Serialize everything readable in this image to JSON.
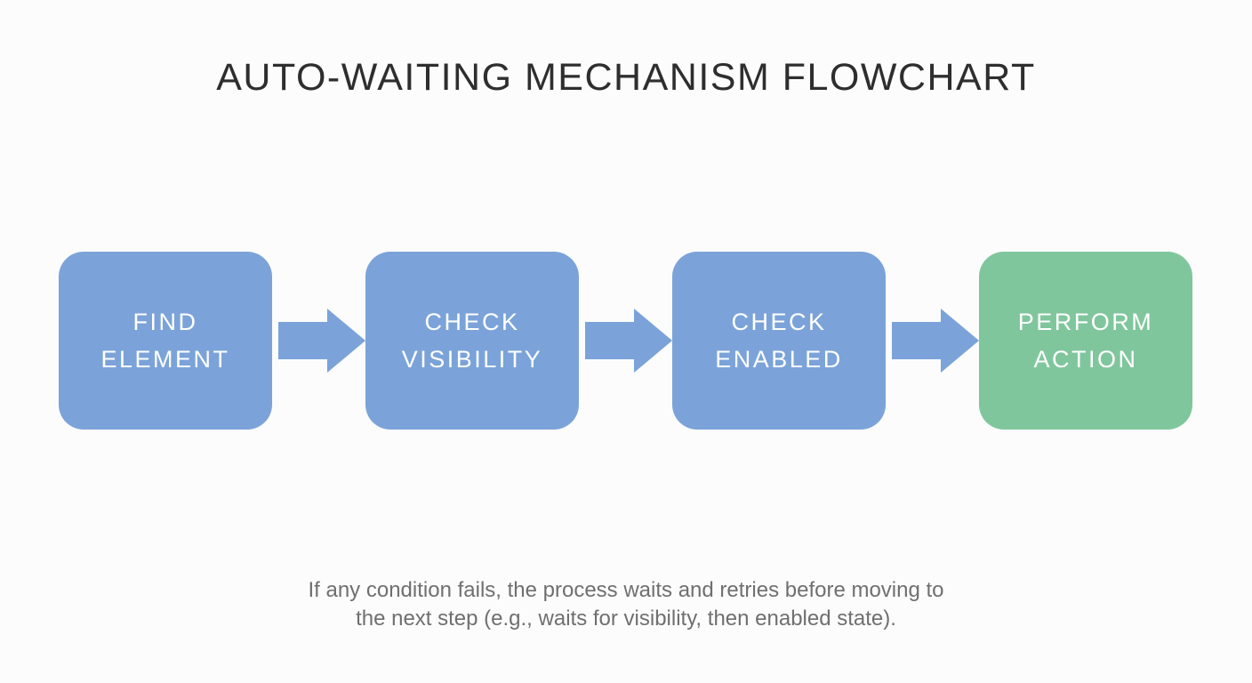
{
  "title": "AUTO-WAITING MECHANISM FLOWCHART",
  "colors": {
    "background": "#fcfcfc",
    "title_text": "#2e2e2e",
    "step_blue": "#7ba3d9",
    "step_green": "#80c69d",
    "arrow_blue": "#7ba3d9",
    "step_text": "#ffffff",
    "caption_text": "#6f6f6f"
  },
  "flowchart": {
    "steps": [
      {
        "lines": [
          "FIND",
          "ELEMENT"
        ],
        "color": "#7ba3d9"
      },
      {
        "lines": [
          "CHECK",
          "VISIBILITY"
        ],
        "color": "#7ba3d9"
      },
      {
        "lines": [
          "CHECK",
          "ENABLED"
        ],
        "color": "#7ba3d9"
      },
      {
        "lines": [
          "PERFORM",
          "ACTION"
        ],
        "color": "#80c69d"
      }
    ],
    "arrow_color": "#7ba3d9"
  },
  "caption": {
    "lines": [
      "If any condition fails, the process waits and retries before moving to",
      "the next step (e.g., waits for visibility, then enabled state)."
    ]
  }
}
